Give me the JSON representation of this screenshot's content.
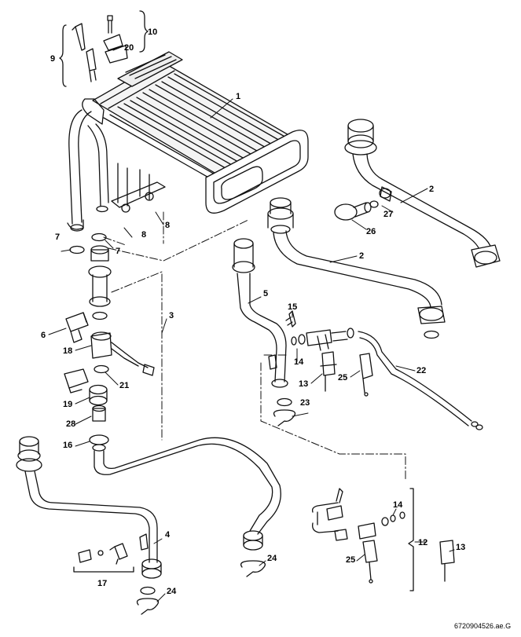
{
  "diagram": {
    "doc_id": "6720904526.ae.G",
    "callouts": {
      "c1": "1",
      "c2a": "2",
      "c2b": "2",
      "c3": "3",
      "c4": "4",
      "c5": "5",
      "c6": "6",
      "c7a": "7",
      "c7b": "7",
      "c8a": "8",
      "c8b": "8",
      "c9": "9",
      "c10": "10",
      "c12": "12",
      "c13a": "13",
      "c13b": "13",
      "c14a": "14",
      "c14b": "14",
      "c15": "15",
      "c16": "16",
      "c17": "17",
      "c18": "18",
      "c19": "19",
      "c20": "20",
      "c21": "21",
      "c22": "22",
      "c23": "23",
      "c24a": "24",
      "c24b": "24",
      "c25a": "25",
      "c25b": "25",
      "c26": "26",
      "c27": "27",
      "c28": "28"
    }
  }
}
